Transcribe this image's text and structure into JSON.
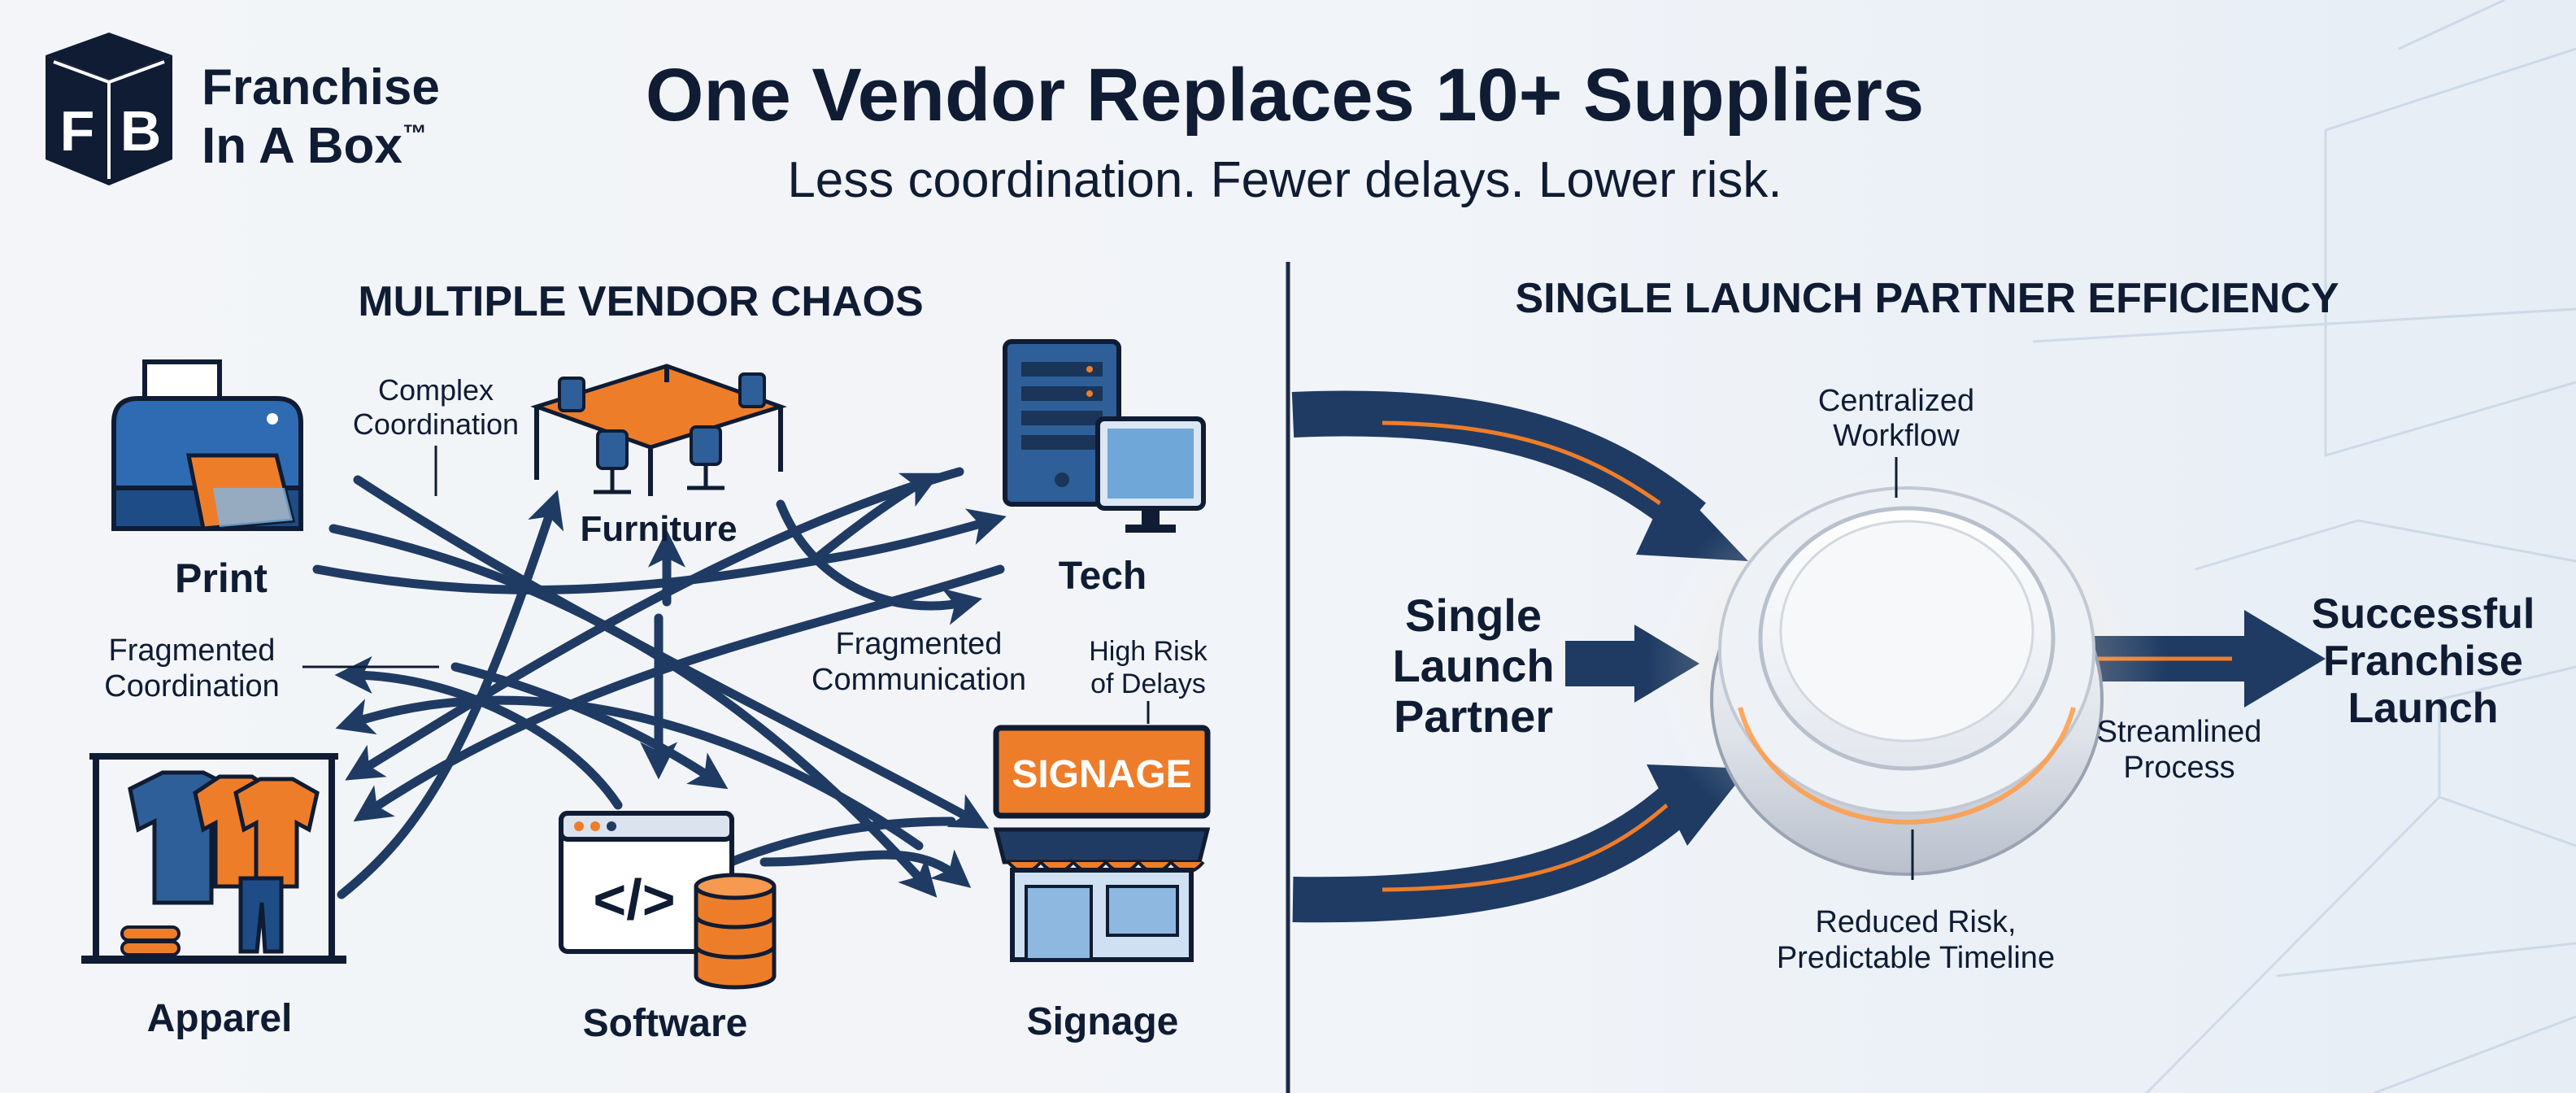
{
  "brand": {
    "name_line1": "Franchise",
    "name_line2": "In A Box",
    "trademark": "™",
    "logo_letters": [
      "F",
      "B"
    ]
  },
  "header": {
    "title": "One Vendor Replaces 10+ Suppliers",
    "subtitle": "Less coordination. Fewer delays. Lower risk."
  },
  "left": {
    "heading": "MULTIPLE VENDOR CHAOS",
    "vendors": {
      "print": "Print",
      "furniture": "Furniture",
      "tech": "Tech",
      "apparel": "Apparel",
      "software": "Software",
      "signage": "Signage"
    },
    "signage_sign_text": "SIGNAGE",
    "software_code_text": "</>",
    "notes": {
      "complex": [
        "Complex",
        "Coordination"
      ],
      "fragmented_coord": [
        "Fragmented",
        "Coordination"
      ],
      "fragmented_comm": [
        "Fragmented",
        "Communication"
      ],
      "high_risk": [
        "High Risk",
        "of Delays"
      ]
    }
  },
  "right": {
    "heading": "SINGLE LAUNCH PARTNER EFFICIENCY",
    "partner": [
      "Single",
      "Launch",
      "Partner"
    ],
    "hub_top": [
      "Centralized",
      "Workflow"
    ],
    "hub_bottom": [
      "Reduced Risk,",
      "Predictable Timeline"
    ],
    "streamlined": [
      "Streamlined",
      "Process"
    ],
    "outcome": [
      "Successful",
      "Franchise",
      "Launch"
    ]
  },
  "colors": {
    "navy": "#1f3b63",
    "orange": "#ee7d2a",
    "ink": "#0f1c33",
    "bg": "#f2f5f9"
  }
}
